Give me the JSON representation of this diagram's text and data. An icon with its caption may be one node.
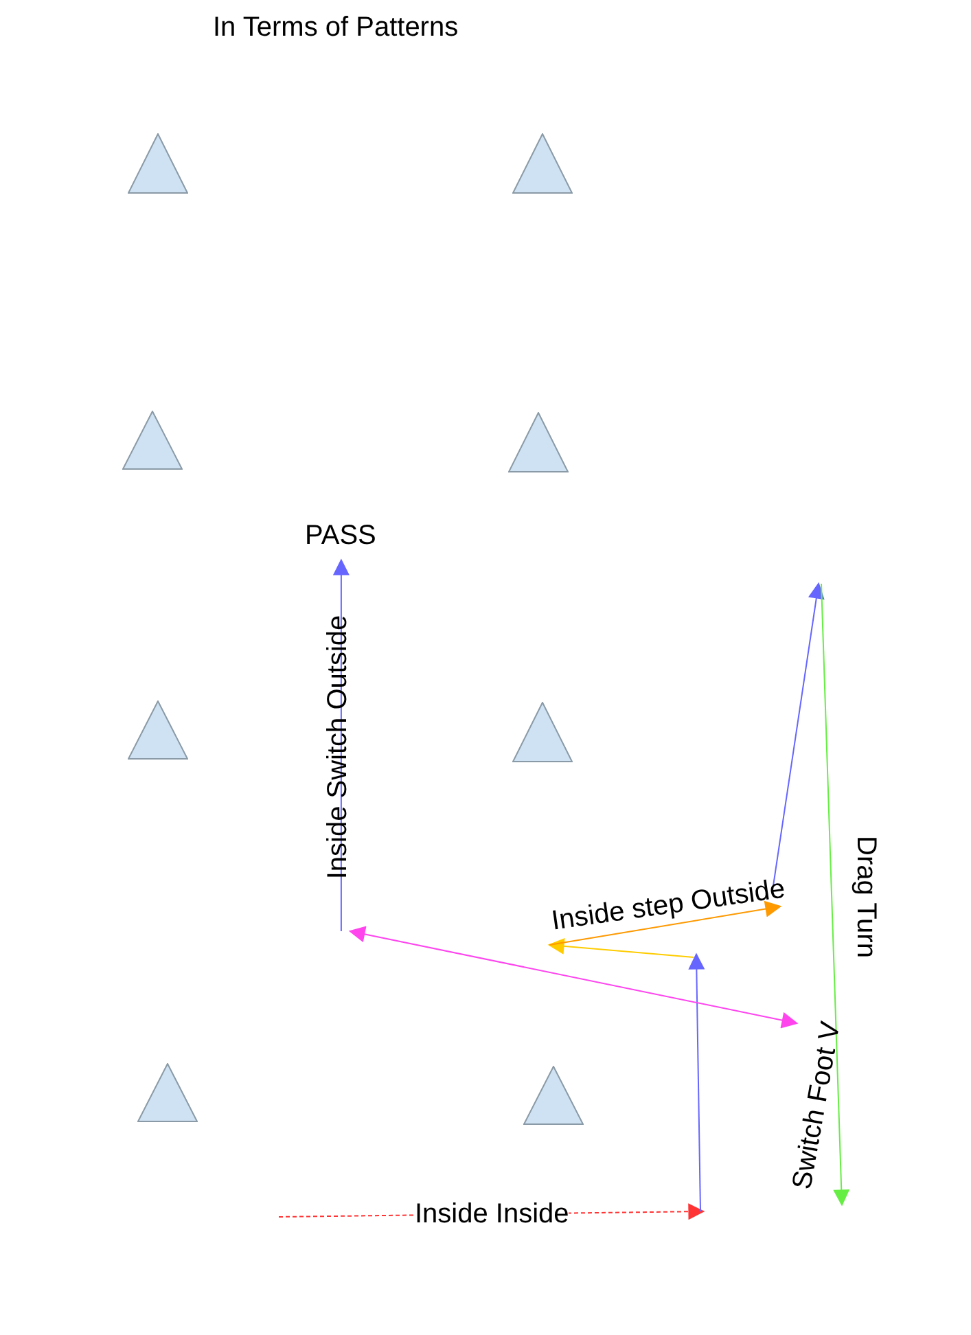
{
  "diagram": {
    "title": "In Terms of Patterns",
    "nodes": [
      {
        "text": [],
        "shape": "triangle"
      },
      {
        "text": [],
        "shape": "triangle"
      },
      {
        "text": [],
        "shape": "triangle"
      },
      {
        "text": [],
        "shape": "triangle"
      },
      {
        "text": [],
        "shape": "triangle"
      },
      {
        "text": [],
        "shape": "triangle"
      },
      {
        "text": [],
        "shape": "triangle"
      },
      {
        "text": [],
        "shape": "triangle"
      },
      {
        "text": [
          "PASS"
        ]
      }
    ],
    "edges": [
      {
        "from": null,
        "to": 8,
        "arrow": "to",
        "label": "Inside Switch Outside"
      }
    ],
    "labels": [
      "Inside step Outside",
      "Drag Turn",
      "Switch Foot V",
      "Inside Inside"
    ]
  }
}
